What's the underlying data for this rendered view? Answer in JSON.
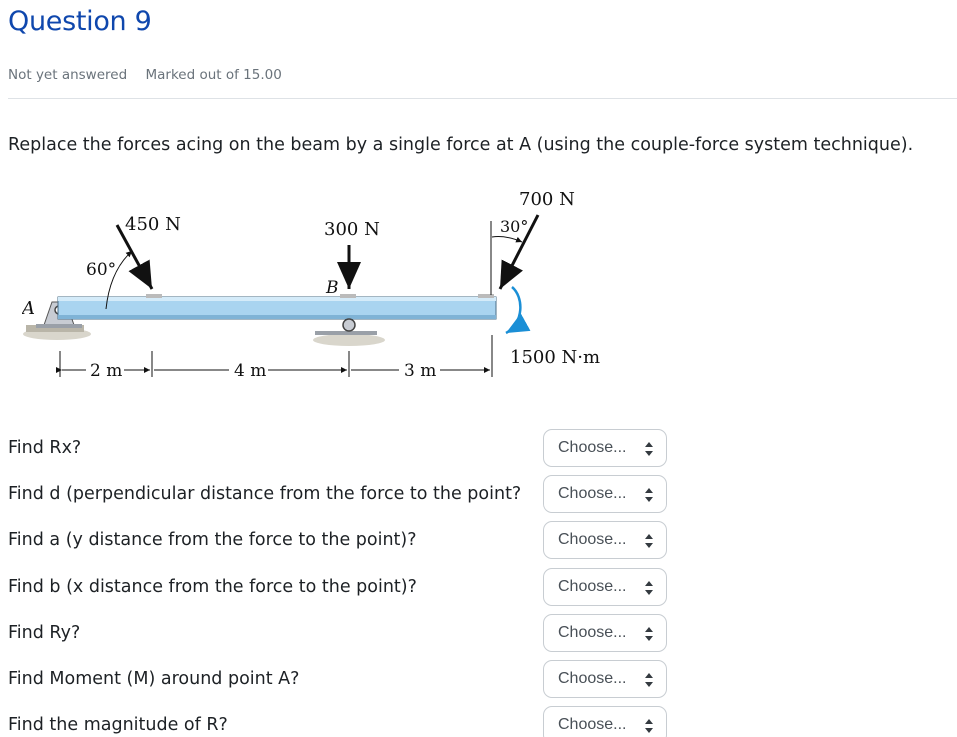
{
  "question": {
    "title": "Question 9",
    "status": "Not yet answered",
    "marks": "Marked out of 15.00",
    "prompt": "Replace the forces acing on the beam by a single force at A (using the couple-force system technique)."
  },
  "figure": {
    "point_a": "A",
    "point_b": "B",
    "force_450": "450 N",
    "force_300": "300 N",
    "force_700": "700 N",
    "angle_60": "60°",
    "angle_30": "30°",
    "moment": "1500 N·m",
    "dim_2m": "2 m",
    "dim_4m": "4 m",
    "dim_3m": "3 m"
  },
  "rows": [
    {
      "label": "Find Rx?",
      "select": "Choose..."
    },
    {
      "label": "Find d (perpendicular distance from the force to the point?",
      "select": "Choose..."
    },
    {
      "label": "Find a (y distance from the force to the point)?",
      "select": "Choose..."
    },
    {
      "label": "Find b (x distance from the force to the point)?",
      "select": "Choose..."
    },
    {
      "label": "Find Ry?",
      "select": "Choose..."
    },
    {
      "label": "Find Moment (M) around point A?",
      "select": "Choose..."
    },
    {
      "label": "Find the magnitude of R?",
      "select": "Choose..."
    }
  ],
  "colors": {
    "title": "#0f47ad",
    "beam": "#a9d4f0"
  }
}
